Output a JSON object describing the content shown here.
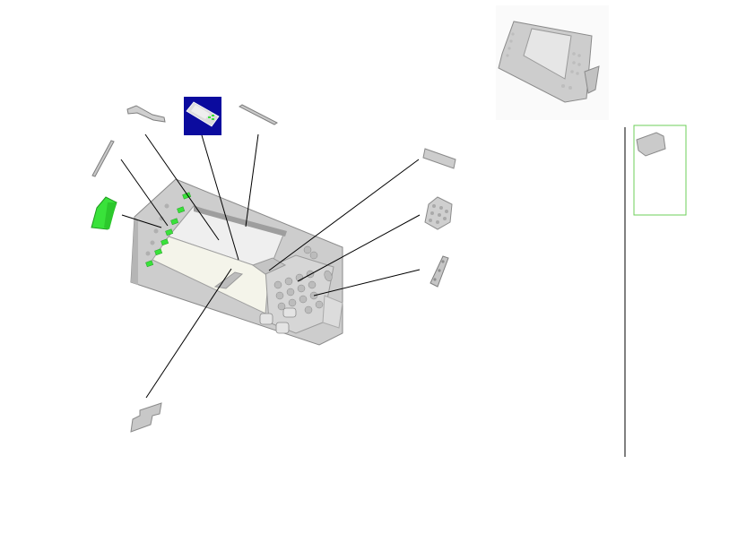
{
  "diagram": {
    "kind": "exploded-parts-view",
    "subject": "control-panel-assembly",
    "parts": [
      {
        "id": "stylus-holder-bracket",
        "label": ""
      },
      {
        "id": "thin-rod",
        "label": ""
      },
      {
        "id": "led-board",
        "label": "",
        "highlight": true
      },
      {
        "id": "lcd-display-module",
        "label": "",
        "selected": true
      },
      {
        "id": "stylus-pen",
        "label": ""
      },
      {
        "id": "top-cover-pad",
        "label": ""
      },
      {
        "id": "keypad-rubber",
        "label": ""
      },
      {
        "id": "switch-board",
        "label": ""
      },
      {
        "id": "flex-cable",
        "label": ""
      },
      {
        "id": "panel-frame",
        "label": ""
      }
    ],
    "thumbnail": {
      "id": "assembled-panel-thumbnail",
      "label": ""
    },
    "detail_inset": {
      "id": "cover-detail-inset",
      "label": "",
      "border_color": "#6ecf5a"
    }
  },
  "colors": {
    "part_gray": "#c8c8c8",
    "part_edge": "#8a8a8a",
    "highlight_green": "#39e23a",
    "selected_bg": "#0b0b9e",
    "leader": "#000000"
  }
}
